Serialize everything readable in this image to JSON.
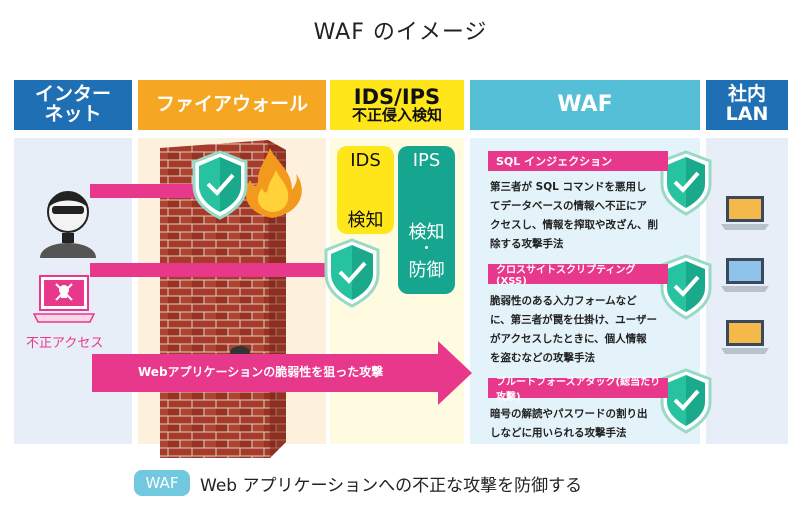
{
  "title": "WAF のイメージ",
  "columns": {
    "internet": {
      "label_line1": "インター",
      "label_line2": "ネット",
      "color": "#1f6fb5"
    },
    "firewall": {
      "label": "ファイアウォール",
      "color": "#f5a623"
    },
    "ids_ips": {
      "label_line1": "IDS/IPS",
      "label_line2": "不正侵入検知",
      "color": "#ffe61a"
    },
    "waf": {
      "label": "WAF",
      "color": "#56bfd8"
    },
    "lan": {
      "label_line1": "社内",
      "label_line2": "LAN",
      "color": "#1f6fb5"
    }
  },
  "internet_side": {
    "unauthorized_access_label": "不正アクセス"
  },
  "ids_box": {
    "line1": "IDS",
    "line2": "検知"
  },
  "ips_box": {
    "line1": "IPS",
    "line2": "検知",
    "dot": "・",
    "line3": "防御"
  },
  "attack_arrow_label": "Webアプリケーションの脆弱性を狙った攻撃",
  "threats": [
    {
      "name": "SQL インジェクション",
      "description_lines": [
        "第三者が SQL コマンドを悪用し",
        "てデータベースの情報へ不正にア",
        "クセスし、情報を搾取や改ざん、削",
        "除する攻撃手法"
      ]
    },
    {
      "name": "クロスサイトスクリプティング (XSS)",
      "description_lines": [
        "脆弱性のある入力フォームなど",
        "に、第三者が罠を仕掛け、ユーザー",
        "がアクセスしたときに、個人情報",
        "を盗むなどの攻撃手法"
      ]
    },
    {
      "name": "ブルートフォースアタック(総当たり攻撃)",
      "description_lines": [
        "暗号の解読やパスワードの割り出",
        "しなどに用いられる攻撃手法"
      ]
    }
  ],
  "footer": {
    "badge": "WAF",
    "text": "Web アプリケーションへの不正な攻撃を防御する"
  },
  "colors": {
    "accent_pink": "#e8388b",
    "shield_green": "#1aa98a",
    "brick": "#a83a2a"
  }
}
